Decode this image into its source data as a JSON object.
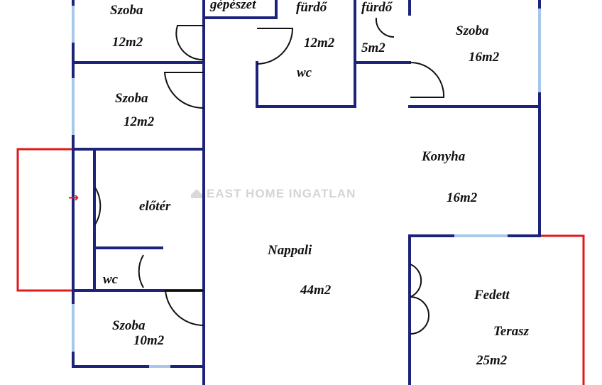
{
  "colors": {
    "wall": "#1d237a",
    "window": "#a8c8e8",
    "outline": "#e01b1b",
    "door": "#111111"
  },
  "watermark": {
    "logo_text": "EAST HOME INGATLAN"
  },
  "rooms": {
    "szoba_top": {
      "name": "Szoba",
      "area": "12m2"
    },
    "gepeszet": {
      "name": "gépészet"
    },
    "furdo_1": {
      "name": "fürdő",
      "area": "12m2",
      "extra": "wc"
    },
    "furdo_2": {
      "name": "fürdő",
      "area": "5m2"
    },
    "szoba_right": {
      "name": "Szoba",
      "area": "16m2"
    },
    "szoba_mid": {
      "name": "Szoba",
      "area": "12m2"
    },
    "konyha": {
      "name": "Konyha",
      "area": "16m2"
    },
    "eloter": {
      "name": "előtér"
    },
    "nappali": {
      "name": "Nappali",
      "area": "44m2"
    },
    "wc_small": {
      "name": "wc"
    },
    "szoba_bottom": {
      "name": "Szoba",
      "area": "10m2"
    },
    "terasz": {
      "name": "Fedett",
      "name2": "Terasz",
      "area": "25m2"
    }
  },
  "entrance_arrow": "→"
}
